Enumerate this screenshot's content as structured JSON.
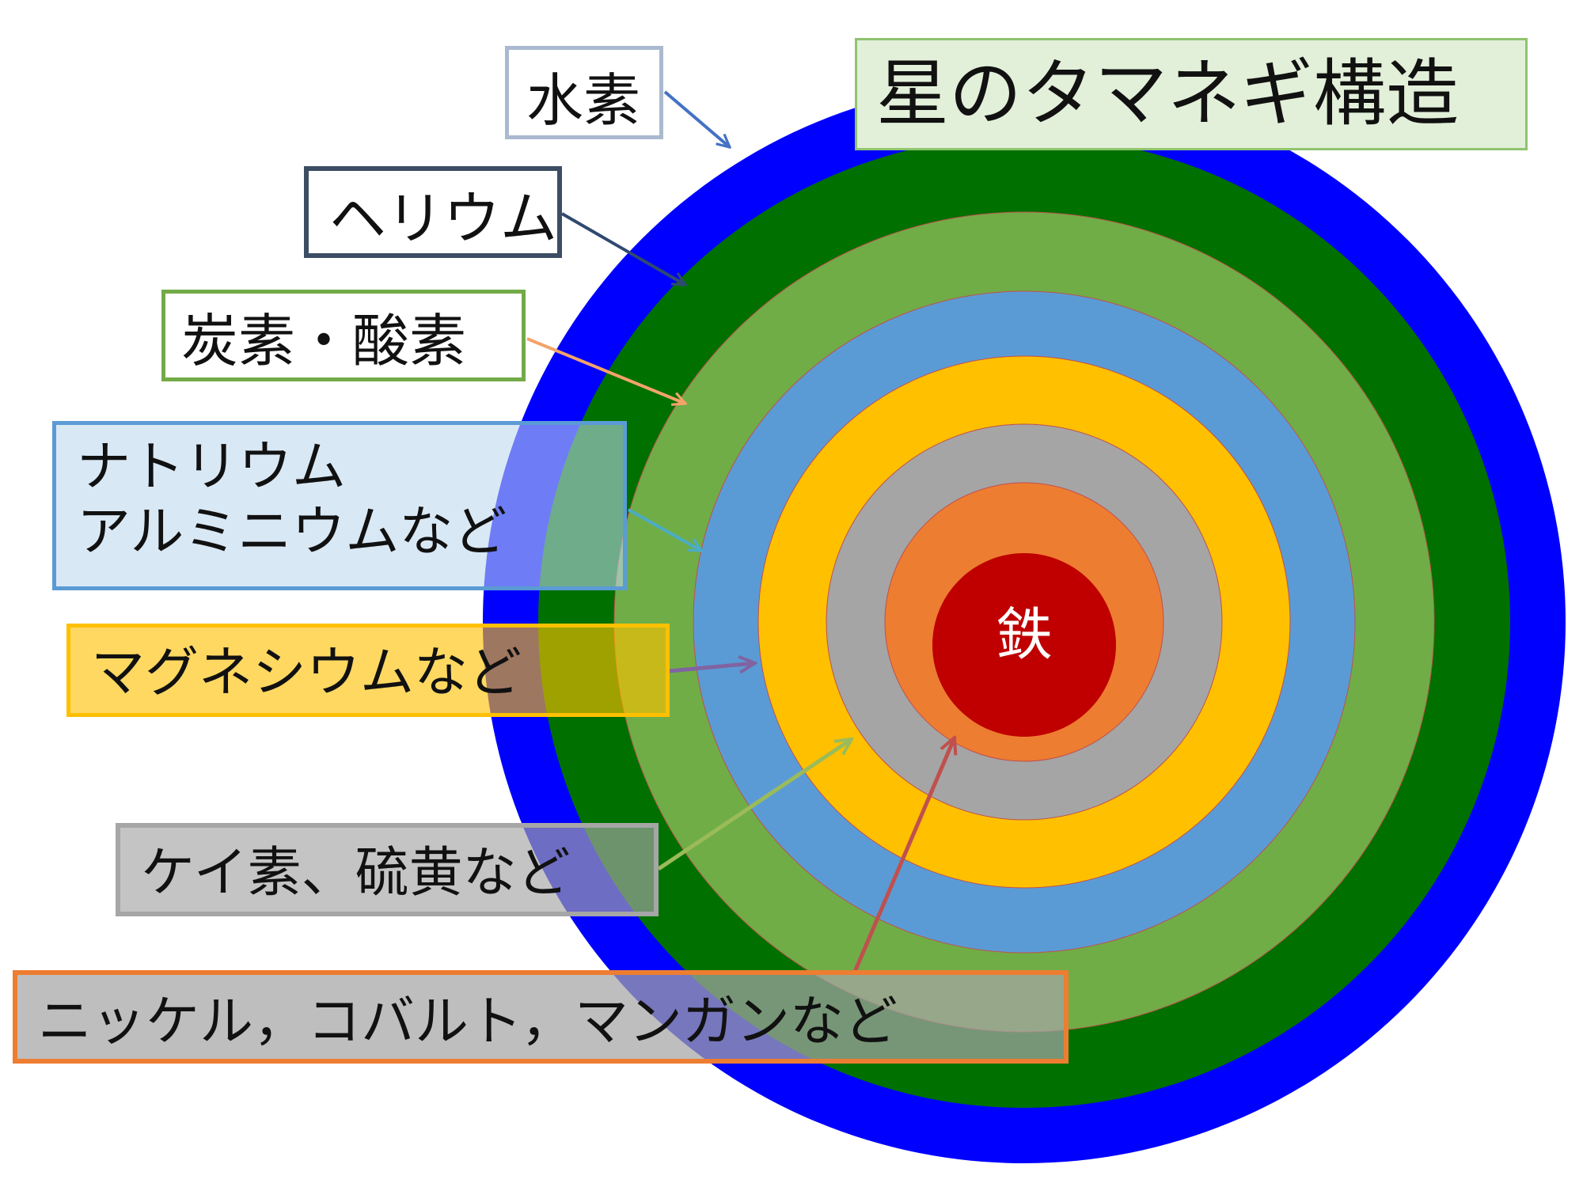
{
  "title": "星のタマネギ構造",
  "core_label": "鉄",
  "layers": [
    {
      "key": "hydrogen",
      "lines": [
        "水素"
      ],
      "fill": "#0000ff",
      "border": "#aab9cf",
      "arrow": "#4472c4"
    },
    {
      "key": "helium",
      "lines": [
        "ヘリウム"
      ],
      "fill": "#007000",
      "border": "#3c4d63",
      "arrow": "#2f4a70"
    },
    {
      "key": "carbon",
      "lines": [
        "炭素・酸素"
      ],
      "fill": "#70ad47",
      "border": "#72aa48",
      "arrow": "#f4a36a"
    },
    {
      "key": "sodium",
      "lines": [
        "ナトリウム",
        "アルミニウムなど"
      ],
      "fill": "#5b9bd5",
      "border": "#5b9bd5",
      "arrow": "#4bacc6"
    },
    {
      "key": "magnesium",
      "lines": [
        "マグネシウムなど"
      ],
      "fill": "#ffc000",
      "border": "#ffc000",
      "arrow": "#8064a2"
    },
    {
      "key": "silicon",
      "lines": [
        "ケイ素、硫黄など"
      ],
      "fill": "#a5a5a5",
      "border": "#a6a6a6",
      "arrow": "#9bbb59"
    },
    {
      "key": "nickel",
      "lines": [
        "ニッケル，コバルト，マンガンなど"
      ],
      "fill": "#ed7d31",
      "border": "#ed7d31",
      "arrow": "#c0504d"
    },
    {
      "key": "iron",
      "lines": [],
      "fill": "#c00000",
      "border": "",
      "arrow": ""
    }
  ]
}
